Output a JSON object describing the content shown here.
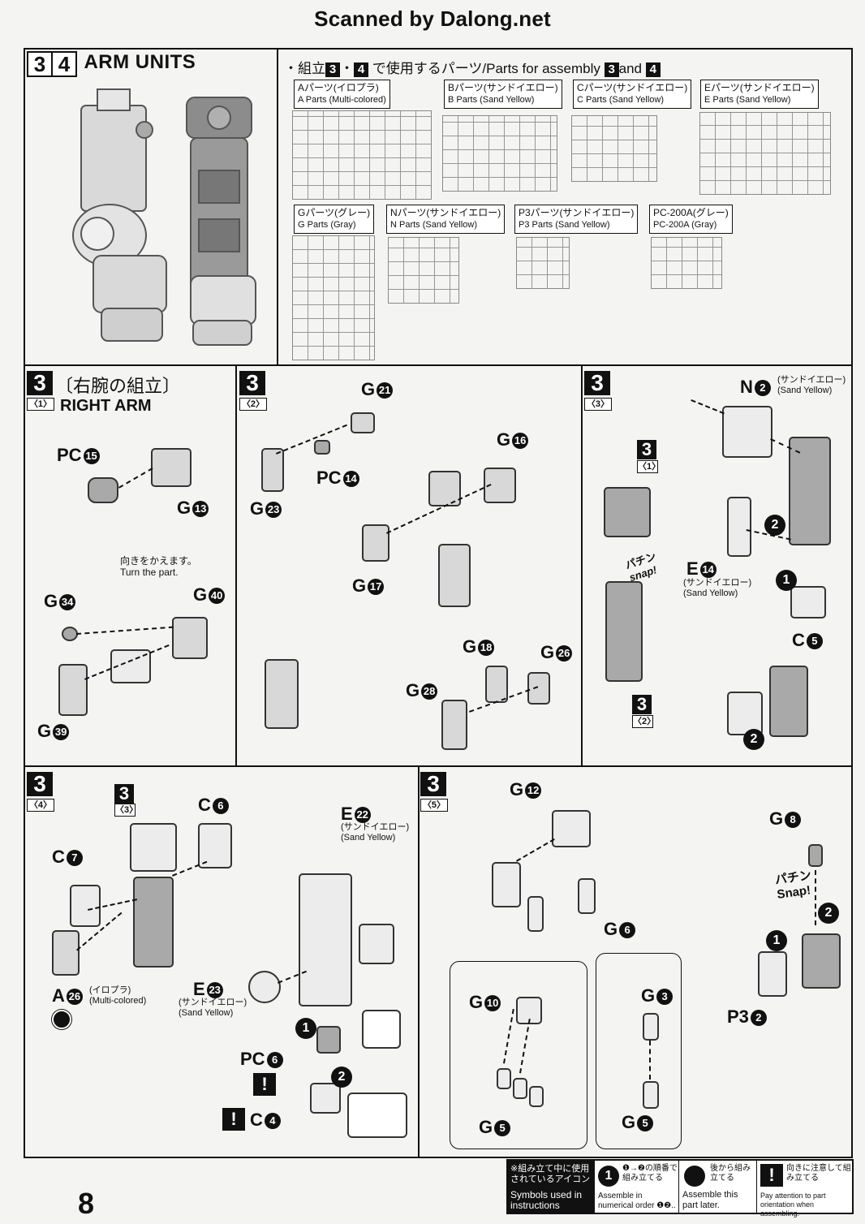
{
  "header": {
    "title": "Scanned by Dalong.net"
  },
  "section": {
    "numbers": [
      "3",
      "4"
    ],
    "title": "ARM UNITS"
  },
  "parts_assembly": {
    "prefix": "・組立",
    "num_a": "3",
    "sep": "・",
    "num_b": "4",
    "text": "で使用するパーツ/Parts for assembly",
    "num_c": "3",
    "and": "and",
    "num_d": "4"
  },
  "runners": [
    {
      "jp": "Aパーツ(イロプラ)",
      "en": "A Parts (Multi-colored)"
    },
    {
      "jp": "Bパーツ(サンドイエロー)",
      "en": "B Parts (Sand Yellow)"
    },
    {
      "jp": "Cパーツ(サンドイエロー)",
      "en": "C Parts (Sand Yellow)"
    },
    {
      "jp": "Eパーツ(サンドイエロー)",
      "en": "E Parts (Sand Yellow)"
    },
    {
      "jp": "Gパーツ(グレー)",
      "en": "G Parts (Gray)"
    },
    {
      "jp": "Nパーツ(サンドイエロー)",
      "en": "N Parts (Sand Yellow)"
    },
    {
      "jp": "P3パーツ(サンドイエロー)",
      "en": "P3 Parts (Sand Yellow)"
    },
    {
      "jp": "PC-200A(グレー)",
      "en": "PC-200A (Gray)"
    }
  ],
  "step1": {
    "num": "3",
    "sub": "〈1〉",
    "title_jp": "〔右腕の組立〕",
    "title_en": "RIGHT ARM",
    "labels": [
      {
        "name": "PC",
        "num": "15"
      },
      {
        "name": "G",
        "num": "13"
      },
      {
        "name": "G",
        "num": "34"
      },
      {
        "name": "G",
        "num": "40"
      },
      {
        "name": "G",
        "num": "39"
      }
    ],
    "note_jp": "向きをかえます。",
    "note_en": "Turn the part."
  },
  "step2": {
    "num": "3",
    "sub": "〈2〉",
    "labels": [
      {
        "name": "G",
        "num": "21"
      },
      {
        "name": "PC",
        "num": "14"
      },
      {
        "name": "G",
        "num": "23"
      },
      {
        "name": "G",
        "num": "16"
      },
      {
        "name": "G",
        "num": "17"
      },
      {
        "name": "G",
        "num": "18"
      },
      {
        "name": "G",
        "num": "26"
      },
      {
        "name": "G",
        "num": "28"
      }
    ]
  },
  "step3": {
    "num": "3",
    "sub": "〈3〉",
    "ref_num": "3",
    "ref_sub": "〈1〉",
    "ref2_num": "3",
    "ref2_sub": "〈2〉",
    "n2": {
      "name": "N",
      "num": "2",
      "jp": "(サンドイエロー)",
      "en": "(Sand Yellow)"
    },
    "e14": {
      "name": "E",
      "num": "14",
      "jp": "(サンドイエロー)",
      "en": "(Sand Yellow)"
    },
    "c5": {
      "name": "C",
      "num": "5"
    },
    "snap_jp": "パチン",
    "snap_en": "snap!",
    "seq": [
      "1",
      "2",
      "2"
    ]
  },
  "step4": {
    "num": "3",
    "sub": "〈4〉",
    "ref_num": "3",
    "ref_sub": "〈3〉",
    "c6": {
      "name": "C",
      "num": "6"
    },
    "c7": {
      "name": "C",
      "num": "7"
    },
    "a26": {
      "name": "A",
      "num": "26",
      "jp": "(イロプラ)",
      "en": "(Multi-colored)"
    },
    "e22": {
      "name": "E",
      "num": "22",
      "jp": "(サンドイエロー)",
      "en": "(Sand Yellow)"
    },
    "e23": {
      "name": "E",
      "num": "23",
      "jp": "(サンドイエロー)",
      "en": "(Sand Yellow)"
    },
    "pc6": {
      "name": "PC",
      "num": "6"
    },
    "c4": {
      "name": "C",
      "num": "4"
    },
    "seq": [
      "1",
      "2"
    ]
  },
  "step5": {
    "num": "3",
    "sub": "〈5〉",
    "labels": [
      {
        "name": "G",
        "num": "12"
      },
      {
        "name": "G",
        "num": "6"
      },
      {
        "name": "G",
        "num": "10"
      },
      {
        "name": "G",
        "num": "5"
      },
      {
        "name": "G",
        "num": "3"
      },
      {
        "name": "G",
        "num": "5"
      },
      {
        "name": "G",
        "num": "8"
      },
      {
        "name": "P3",
        "num": "2"
      }
    ],
    "snap_jp": "パチン",
    "snap_en": "Snap!",
    "seq": [
      "1",
      "2"
    ]
  },
  "legend": {
    "intro_jp": "※組み立て中に使用されているアイコン",
    "intro_en": "Symbols used in instructions",
    "items": [
      {
        "icon": "1",
        "jp": "❶→❷の順番で組み立てる",
        "en": "Assemble in numerical order ❶❷.."
      },
      {
        "icon": "●",
        "jp": "後から組み立てる",
        "en": "Assemble this part later."
      },
      {
        "icon": "!",
        "jp": "向きに注意して組み立てる",
        "en": "Pay attention to part orientation when assembling."
      }
    ]
  },
  "page_number": "8"
}
